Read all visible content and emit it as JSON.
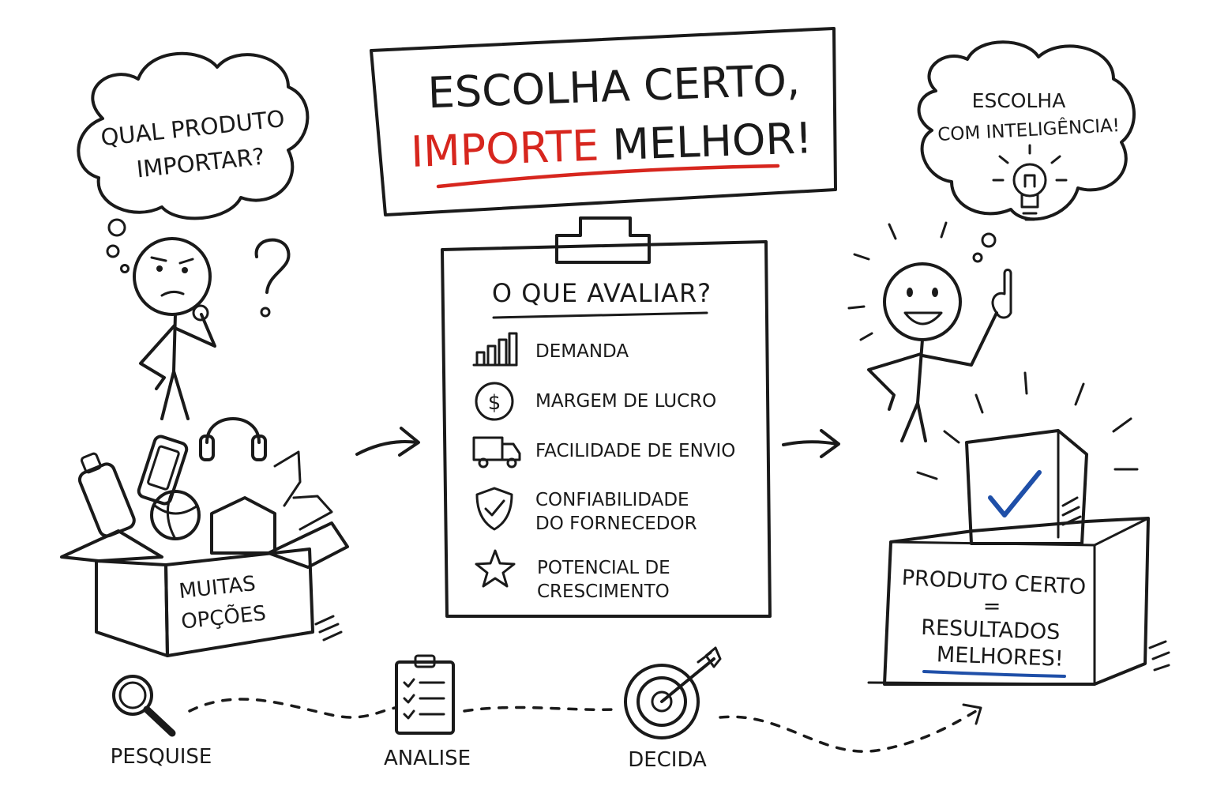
{
  "title": {
    "line1": "ESCOLHA CERTO,",
    "highlight": "IMPORTE",
    "rest": "MELHOR!"
  },
  "left_thought": {
    "line1": "QUAL PRODUTO",
    "line2": "IMPORTAR?"
  },
  "box_label": {
    "line1": "MUITAS",
    "line2": "OPÇÕES"
  },
  "clipboard": {
    "heading": "O QUE AVALIAR?",
    "items": [
      {
        "icon": "bar-chart-icon",
        "line1": "DEMANDA",
        "line2": ""
      },
      {
        "icon": "dollar-coin-icon",
        "line1": "MARGEM DE LUCRO",
        "line2": ""
      },
      {
        "icon": "truck-icon",
        "line1": "FACILIDADE DE ENVIO",
        "line2": ""
      },
      {
        "icon": "shield-check-icon",
        "line1": "CONFIABILIDADE",
        "line2": "DO FORNECEDOR"
      },
      {
        "icon": "star-icon",
        "line1": "POTENCIAL DE",
        "line2": "CRESCIMENTO"
      }
    ]
  },
  "right_thought": {
    "line1": "ESCOLHA",
    "line2": "COM INTELIGÊNCIA!"
  },
  "result_box": {
    "line1": "PRODUTO CERTO",
    "line2": "=",
    "line3": "RESULTADOS",
    "line4": "MELHORES!"
  },
  "steps": [
    {
      "icon": "magnifier-icon",
      "label": "PESQUISE"
    },
    {
      "icon": "checklist-icon",
      "label": "ANALISE"
    },
    {
      "icon": "target-icon",
      "label": "DECIDA"
    }
  ],
  "colors": {
    "ink": "#1a1a1a",
    "accent_red": "#d7261e",
    "accent_blue": "#1f4fa8"
  }
}
